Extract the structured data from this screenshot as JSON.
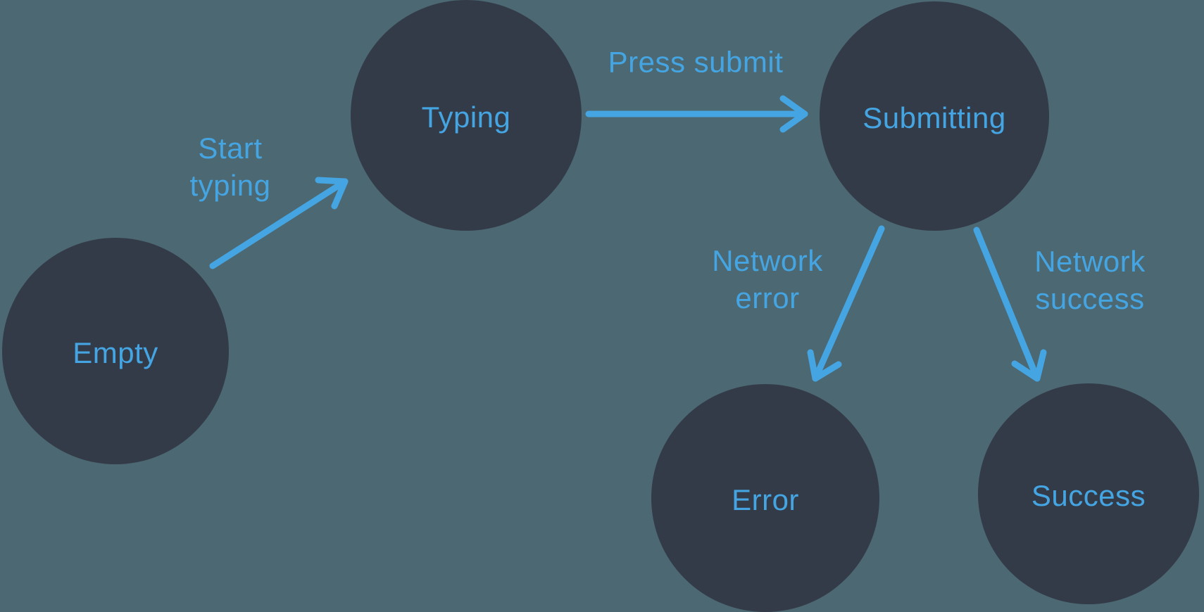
{
  "diagram": {
    "type": "state-machine",
    "colors": {
      "background": "#4C6872",
      "node_fill": "#333B48",
      "accent": "#45A5E2"
    },
    "nodes": [
      {
        "id": "empty",
        "label": "Empty"
      },
      {
        "id": "typing",
        "label": "Typing"
      },
      {
        "id": "submitting",
        "label": "Submitting"
      },
      {
        "id": "error",
        "label": "Error"
      },
      {
        "id": "success",
        "label": "Success"
      }
    ],
    "edges": [
      {
        "from": "empty",
        "to": "typing",
        "label": "Start typing"
      },
      {
        "from": "typing",
        "to": "submitting",
        "label": "Press submit"
      },
      {
        "from": "submitting",
        "to": "error",
        "label": "Network error"
      },
      {
        "from": "submitting",
        "to": "success",
        "label": "Network success"
      }
    ]
  }
}
